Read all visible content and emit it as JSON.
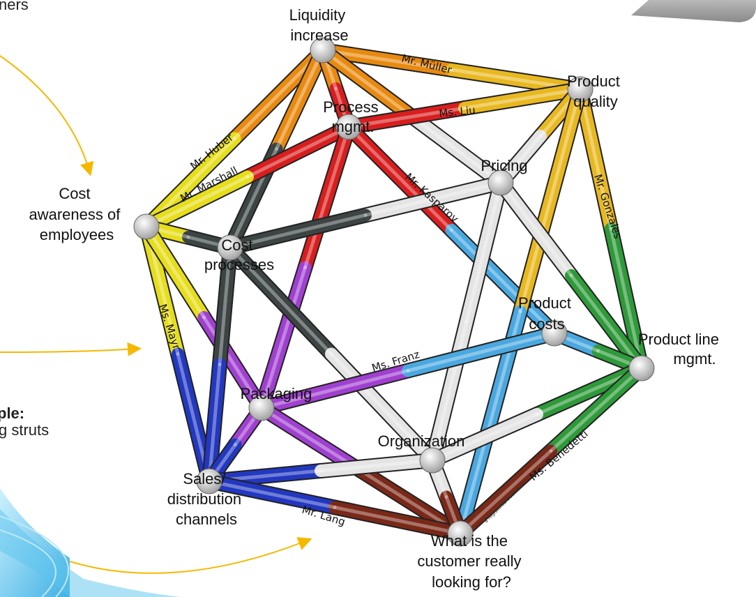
{
  "side_text": {
    "partners": "ners",
    "example": "ple:",
    "struts": "g struts"
  },
  "nodes": [
    {
      "id": "liq",
      "lines": [
        "Liquidity",
        "increase"
      ]
    },
    {
      "id": "pq",
      "lines": [
        "Product",
        "quality"
      ]
    },
    {
      "id": "pm",
      "lines": [
        "Process",
        "mgmt."
      ]
    },
    {
      "id": "pr",
      "lines": [
        "Pricing"
      ]
    },
    {
      "id": "ca",
      "lines": [
        "Cost",
        "awareness of",
        "employees"
      ]
    },
    {
      "id": "cp",
      "lines": [
        "Cost",
        "processes"
      ]
    },
    {
      "id": "pc",
      "lines": [
        "Product",
        "costs"
      ]
    },
    {
      "id": "pl",
      "lines": [
        "Product line",
        "mgmt."
      ]
    },
    {
      "id": "pk",
      "lines": [
        "Packaging"
      ]
    },
    {
      "id": "or",
      "lines": [
        "Organization"
      ]
    },
    {
      "id": "sd",
      "lines": [
        "Sales/",
        "distribution",
        "channels"
      ]
    },
    {
      "id": "cu",
      "lines": [
        "What is the",
        "customer really",
        "looking for?"
      ]
    }
  ],
  "persons": [
    "Mr. Müller",
    "Ms. Liu",
    "Mr. Huber",
    "Mr. Marshall",
    "Mr. Kasparov",
    "Mr. Gonzales",
    "Ms. Mayr",
    "Ms. Franz",
    "Ms. Benedetti",
    "Mr. Lang"
  ],
  "watermark": "a registered trademark",
  "colors": {
    "orange": "#e88a10",
    "yellow": "#e6de1c",
    "gold": "#e8b820",
    "red": "#d81e1e",
    "white": "#e4e4e4",
    "darkgray": "#3c4444",
    "blue": "#2238c0",
    "lightblue": "#4aa8e0",
    "green": "#2e9a3a",
    "purple": "#a040d0",
    "brown": "#7a2818",
    "arrow": "#f5b800"
  }
}
